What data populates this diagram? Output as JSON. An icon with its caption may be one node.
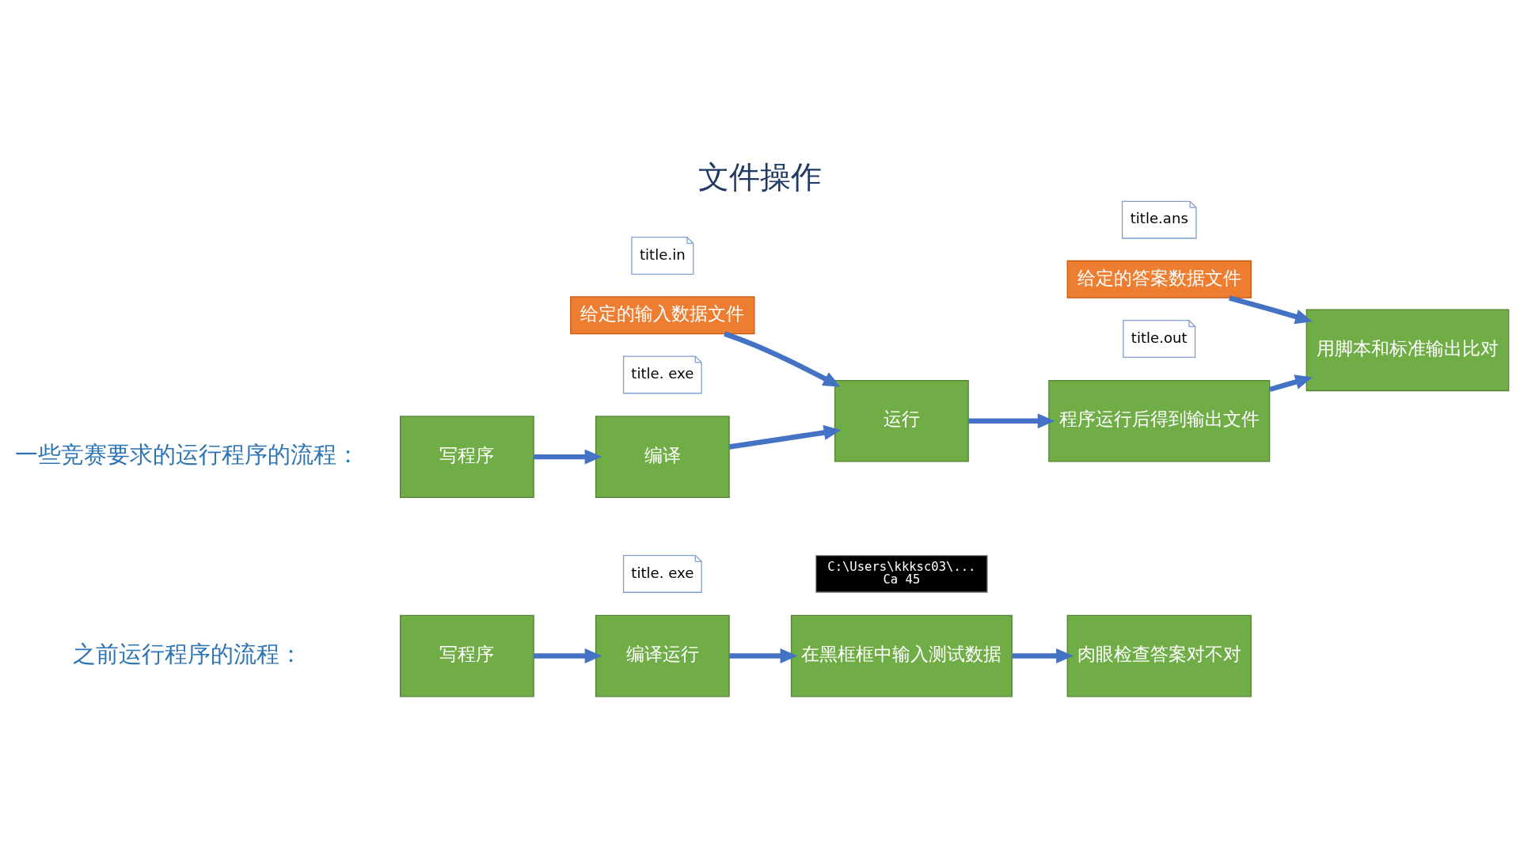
{
  "diagram": {
    "title": "文件操作",
    "nodes": [
      {
        "text": [
          "写程序"
        ]
      },
      {
        "text": [
          "编译运行"
        ]
      },
      {
        "text": [
          "title. exe"
        ]
      },
      {
        "text": [
          "C:\\Users\\kkksc03\\...",
          "Ca 45"
        ]
      },
      {
        "text": [
          "在黑框框中输入测试数据"
        ]
      },
      {
        "text": [
          "肉眼检查答案对不对"
        ]
      },
      {
        "text": [
          "写程序"
        ]
      },
      {
        "text": [
          "编译"
        ]
      },
      {
        "text": [
          "title. exe"
        ]
      },
      {
        "text": [
          "运行"
        ]
      },
      {
        "text": [
          "程序运行后得到输出文件"
        ]
      },
      {
        "text": [
          "title.out"
        ]
      },
      {
        "text": [
          "用脚本和标准输出比对"
        ]
      },
      {
        "text": [
          "给定的输入数据文件"
        ]
      },
      {
        "text": [
          "title.in"
        ]
      },
      {
        "text": [
          "给定的答案数据文件"
        ]
      },
      {
        "text": [
          "title.ans"
        ]
      }
    ],
    "edges": [
      {
        "from": 0,
        "to": 1,
        "arrow": "to"
      },
      {
        "from": 1,
        "to": 4,
        "arrow": "to"
      },
      {
        "from": 4,
        "to": 5,
        "arrow": "to"
      },
      {
        "from": 6,
        "to": 7,
        "arrow": "to"
      },
      {
        "from": 7,
        "to": 9,
        "arrow": "to"
      },
      {
        "from": 9,
        "to": 10,
        "arrow": "to"
      },
      {
        "from": 10,
        "to": 12,
        "arrow": "to"
      },
      {
        "from": 13,
        "to": 9,
        "arrow": "to"
      },
      {
        "from": 15,
        "to": 12,
        "arrow": "to"
      }
    ],
    "labels": [
      "之前运行程序的流程：",
      "一些竞赛要求的运行程序的流程："
    ]
  }
}
